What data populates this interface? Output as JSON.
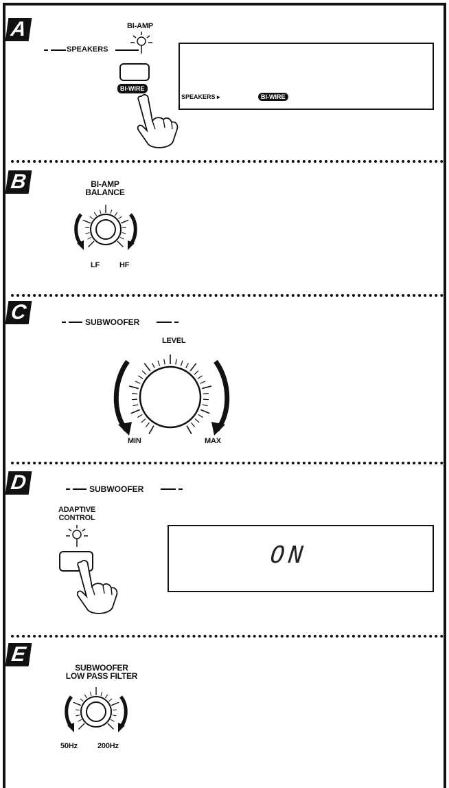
{
  "sections": {
    "a": {
      "letter": "A",
      "biamp_label": "BI-AMP",
      "speakers_label": "SPEAKERS",
      "biwire_button_label": "BI-WIRE",
      "display_speakers": "SPEAKERS",
      "display_biwire": "BI-WIRE"
    },
    "b": {
      "letter": "B",
      "knob_title_line1": "BI-AMP",
      "knob_title_line2": "BALANCE",
      "left_label": "LF",
      "right_label": "HF"
    },
    "c": {
      "letter": "C",
      "header": "SUBWOOFER",
      "level_label": "LEVEL",
      "min_label": "MIN",
      "max_label": "MAX"
    },
    "d": {
      "letter": "D",
      "header": "SUBWOOFER",
      "control_line1": "ADAPTIVE",
      "control_line2": "CONTROL",
      "display_text": "ON"
    },
    "e": {
      "letter": "E",
      "knob_title_line1": "SUBWOOFER",
      "knob_title_line2": "LOW PASS FILTER",
      "left_label": "50Hz",
      "right_label": "200Hz"
    }
  }
}
